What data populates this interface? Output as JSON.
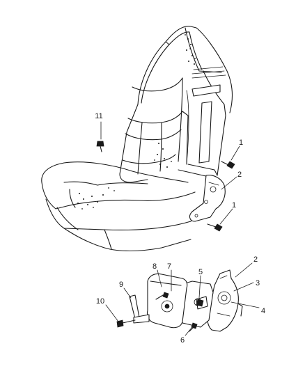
{
  "callouts": {
    "c1_upper": "1",
    "c1_lower": "1",
    "c2_upper": "2",
    "c2_lower": "2",
    "c3": "3",
    "c4": "4",
    "c5": "5",
    "c6": "6",
    "c7": "7",
    "c8": "8",
    "c9": "9",
    "c10": "10",
    "c11": "11"
  }
}
